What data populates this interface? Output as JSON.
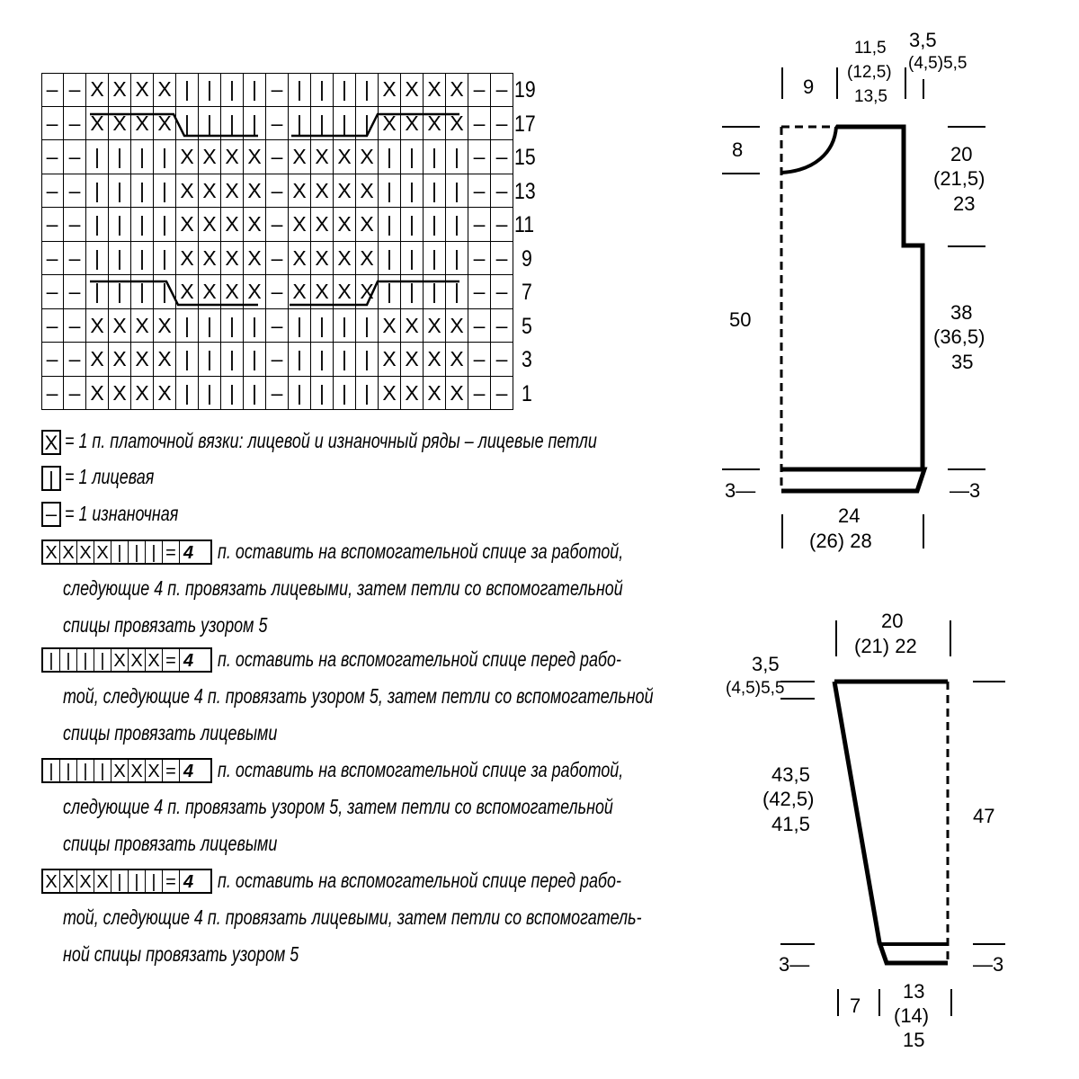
{
  "chart": {
    "rows": [
      {
        "num": "19",
        "cells": [
          "–",
          "–",
          "X",
          "X",
          "X",
          "X",
          "|",
          "|",
          "|",
          "|",
          "–",
          "|",
          "|",
          "|",
          "|",
          "X",
          "X",
          "X",
          "X",
          "–",
          "–"
        ]
      },
      {
        "num": "17",
        "cells": [
          "–",
          "–",
          "X",
          "X",
          "X",
          "X",
          "|",
          "|",
          "|",
          "|",
          "–",
          "|",
          "|",
          "|",
          "|",
          "X",
          "X",
          "X",
          "X",
          "–",
          "–"
        ]
      },
      {
        "num": "15",
        "cells": [
          "–",
          "–",
          "|",
          "|",
          "|",
          "|",
          "X",
          "X",
          "X",
          "X",
          "–",
          "X",
          "X",
          "X",
          "X",
          "|",
          "|",
          "|",
          "|",
          "–",
          "–"
        ]
      },
      {
        "num": "13",
        "cells": [
          "–",
          "–",
          "|",
          "|",
          "|",
          "|",
          "X",
          "X",
          "X",
          "X",
          "–",
          "X",
          "X",
          "X",
          "X",
          "|",
          "|",
          "|",
          "|",
          "–",
          "–"
        ]
      },
      {
        "num": "11",
        "cells": [
          "–",
          "–",
          "|",
          "|",
          "|",
          "|",
          "X",
          "X",
          "X",
          "X",
          "–",
          "X",
          "X",
          "X",
          "X",
          "|",
          "|",
          "|",
          "|",
          "–",
          "–"
        ]
      },
      {
        "num": "9",
        "cells": [
          "–",
          "–",
          "|",
          "|",
          "|",
          "|",
          "X",
          "X",
          "X",
          "X",
          "–",
          "X",
          "X",
          "X",
          "X",
          "|",
          "|",
          "|",
          "|",
          "–",
          "–"
        ]
      },
      {
        "num": "7",
        "cells": [
          "–",
          "–",
          "|",
          "|",
          "|",
          "|",
          "X",
          "X",
          "X",
          "X",
          "–",
          "X",
          "X",
          "X",
          "X",
          "|",
          "|",
          "|",
          "|",
          "–",
          "–"
        ]
      },
      {
        "num": "5",
        "cells": [
          "–",
          "–",
          "X",
          "X",
          "X",
          "X",
          "|",
          "|",
          "|",
          "|",
          "–",
          "|",
          "|",
          "|",
          "|",
          "X",
          "X",
          "X",
          "X",
          "–",
          "–"
        ]
      },
      {
        "num": "3",
        "cells": [
          "–",
          "–",
          "X",
          "X",
          "X",
          "X",
          "|",
          "|",
          "|",
          "|",
          "–",
          "|",
          "|",
          "|",
          "|",
          "X",
          "X",
          "X",
          "X",
          "–",
          "–"
        ]
      },
      {
        "num": "1",
        "cells": [
          "–",
          "–",
          "X",
          "X",
          "X",
          "X",
          "|",
          "|",
          "|",
          "|",
          "–",
          "|",
          "|",
          "|",
          "|",
          "X",
          "X",
          "X",
          "X",
          "–",
          "–"
        ]
      }
    ]
  },
  "legend": {
    "garter_symbol": "X",
    "garter_text": "= 1 п. платочной вязки: лицевой и изнаночный ряды – лицевые петли",
    "knit_symbol": "|",
    "knit_text": "= 1 лицевая",
    "purl_symbol": "–",
    "purl_text": "= 1 изнаночная",
    "cable1": {
      "cells": [
        "X",
        "X",
        "X",
        "X",
        "|",
        "|",
        "|",
        "="
      ],
      "badge": "4",
      "lines": [
        "п. оставить на вспомогательной спице за работой,",
        "следующие 4 п. провязать лицевыми, затем петли со вспомогательной",
        "спицы провязать узором 5"
      ]
    },
    "cable2": {
      "cells": [
        "|",
        "|",
        "|",
        "|",
        "X",
        "X",
        "X",
        "="
      ],
      "badge": "4",
      "lines": [
        "п. оставить на вспомогательной спице перед рабо-",
        "той, следующие 4 п. провязать узором 5, затем петли со вспомогательной",
        "спицы провязать лицевыми"
      ]
    },
    "cable3": {
      "cells": [
        "|",
        "|",
        "|",
        "|",
        "X",
        "X",
        "X",
        "="
      ],
      "badge": "4",
      "lines": [
        "п. оставить на вспомогательной спице за работой,",
        "следующие 4 п. провязать узором 5, затем петли со вспомогательной",
        "спицы провязать лицевыми"
      ]
    },
    "cable4": {
      "cells": [
        "X",
        "X",
        "X",
        "X",
        "|",
        "|",
        "|",
        "="
      ],
      "badge": "4",
      "lines": [
        "п. оставить на вспомогательной спице перед рабо-",
        "той, следующие 4 п. провязать лицевыми, затем петли со вспомогатель-",
        "ной спицы провязать узором 5"
      ]
    }
  },
  "body_schematic": {
    "neck_width": "9",
    "shoulder_top": [
      "11,5",
      "(12,5)",
      "13,5"
    ],
    "armhole_shift": [
      "3,5",
      "(4,5)5,5"
    ],
    "neck_depth": "8",
    "armhole_height": [
      "20",
      "(21,5)",
      "23"
    ],
    "body_length": "50",
    "side_length": [
      "38",
      "(36,5)",
      "35"
    ],
    "rib_left": "3—",
    "rib_right": "—3",
    "half_width": [
      "24",
      "(26) 28"
    ]
  },
  "sleeve_schematic": {
    "top_width": [
      "20",
      "(21) 22"
    ],
    "cap_offset": [
      "3,5",
      "(4,5)5,5"
    ],
    "slant_length": [
      "43,5",
      "(42,5)",
      "41,5"
    ],
    "sleeve_length": "47",
    "rib_left": "3—",
    "rib_right": "—3",
    "bottom_offset": "7",
    "bottom_width": [
      "13",
      "(14)",
      "15"
    ]
  }
}
